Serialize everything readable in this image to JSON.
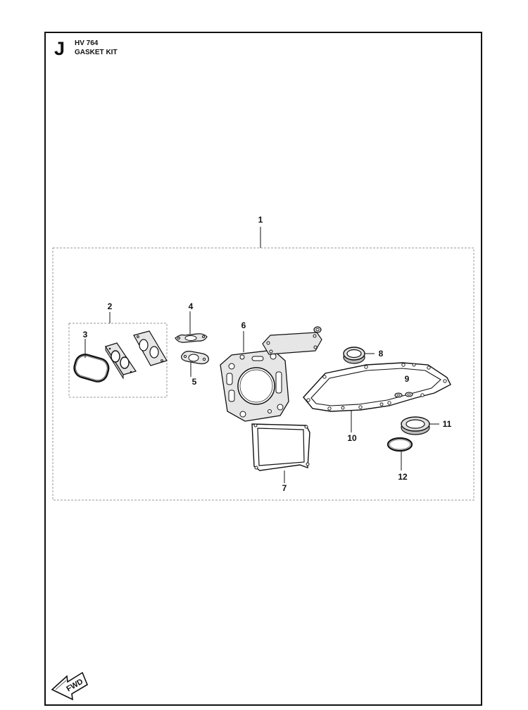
{
  "header": {
    "section_letter": "J",
    "model": "HV 764",
    "title": "GASKET KIT"
  },
  "callouts": [
    "1",
    "2",
    "3",
    "4",
    "5",
    "6",
    "7",
    "8",
    "9",
    "10",
    "11",
    "12"
  ],
  "fwd_label": "FWD",
  "colors": {
    "line": "#111111",
    "gasket_fill": "#e6e6e6",
    "group_box": "#9a9a9a"
  }
}
